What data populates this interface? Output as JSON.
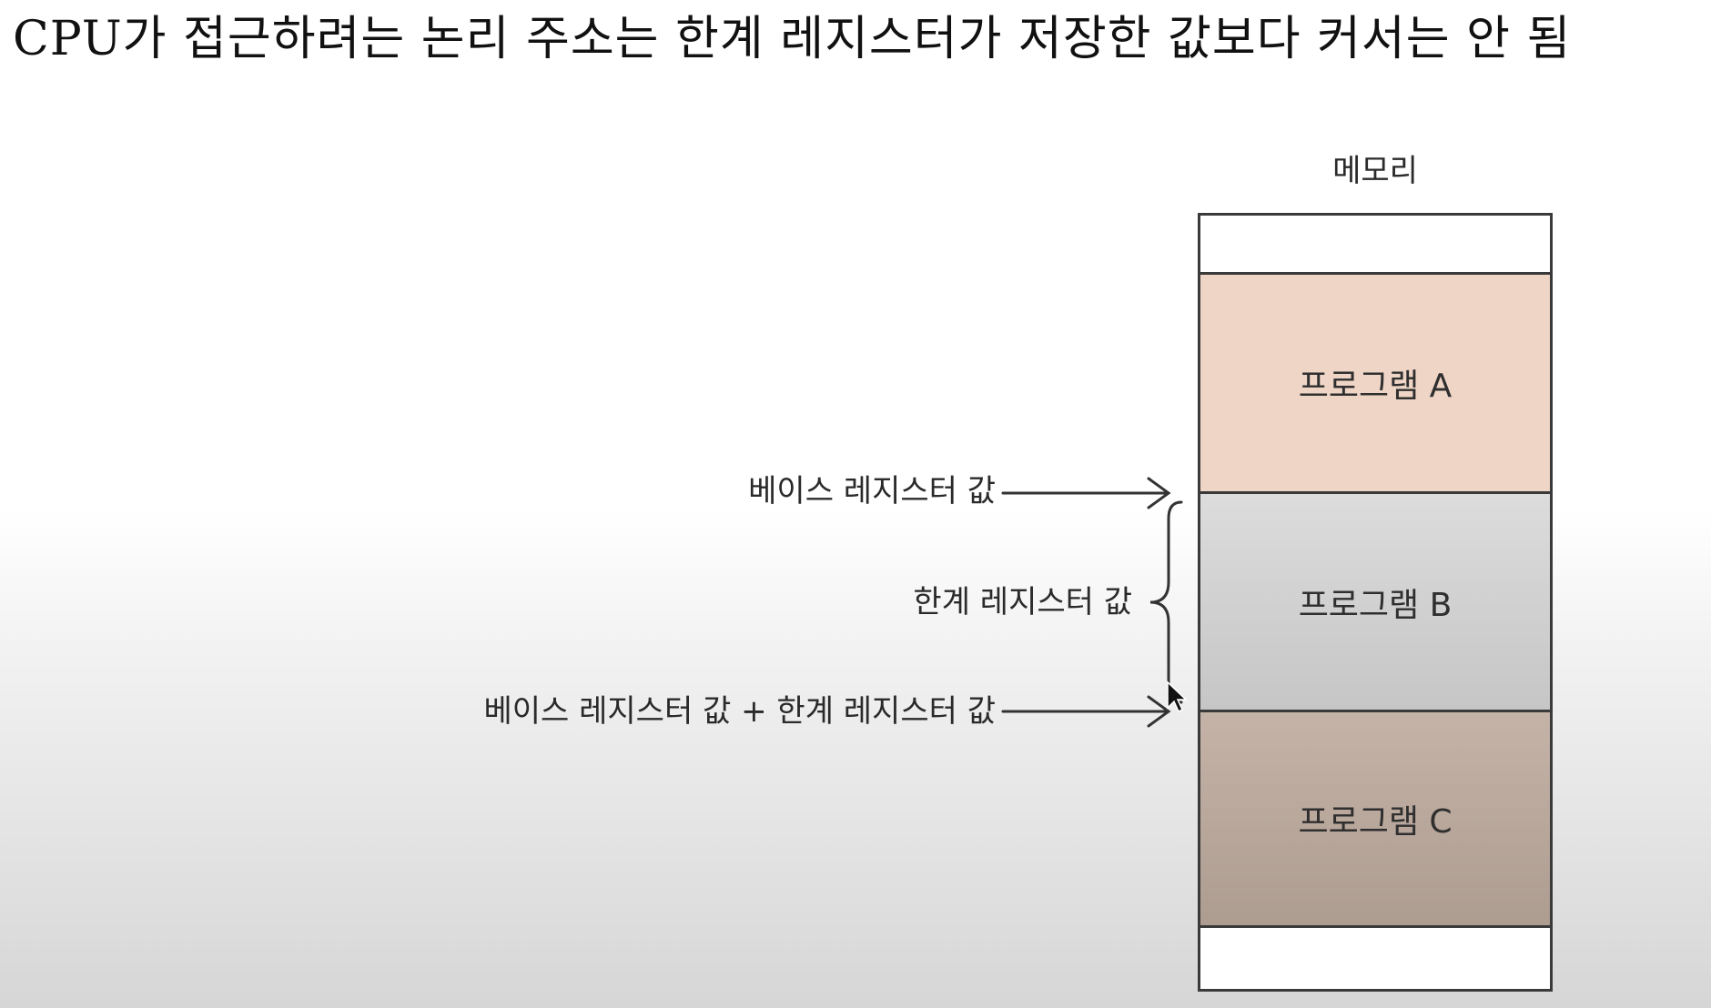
{
  "title": "CPU가 접근하려는 논리 주소는 한계 레지스터가 저장한 값보다 커서는 안 됨",
  "memory": {
    "title": "메모리",
    "blocks": [
      {
        "label": "프로그램 A",
        "color": "#efd5c6"
      },
      {
        "label": "프로그램 B",
        "color": "#d4d4d4"
      },
      {
        "label": "프로그램 C",
        "color": "#bcaa9f"
      }
    ]
  },
  "labels": {
    "base": "베이스 레지스터 값",
    "limit": "한계 레지스터 값",
    "sum": "베이스 레지스터 값 + 한계 레지스터 값"
  }
}
